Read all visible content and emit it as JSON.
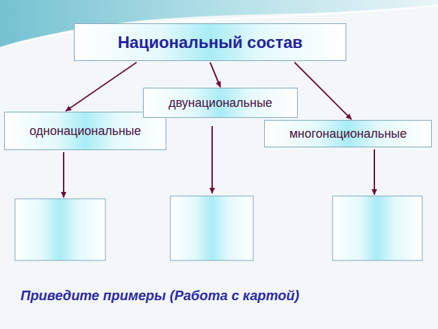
{
  "diagram": {
    "caption": "Приведите примеры (Работа с картой)",
    "nodes": [
      {
        "text": [
          "Национальный состав"
        ]
      },
      {
        "text": [
          "однонациональные"
        ]
      },
      {
        "text": [
          "двунациональные"
        ]
      },
      {
        "text": [
          "многонациональные"
        ]
      }
    ],
    "edges": [
      {
        "from": 0,
        "to": 1,
        "arrow": "to"
      },
      {
        "from": 0,
        "to": 2,
        "arrow": "to"
      },
      {
        "from": 0,
        "to": 3,
        "arrow": "to"
      }
    ]
  }
}
